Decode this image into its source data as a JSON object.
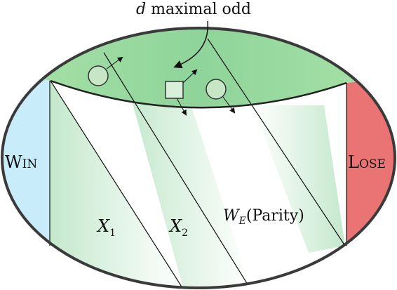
{
  "annotation": {
    "var": "d",
    "text": " maximal odd"
  },
  "regions": {
    "win": {
      "first": "W",
      "rest": "IN",
      "color": "#c9ecfa"
    },
    "lose": {
      "first": "L",
      "rest": "OSE",
      "color": "#ea7474"
    },
    "top": {
      "color": "#a8e2a8"
    }
  },
  "sets": {
    "x1": {
      "base": "X",
      "sub": "1"
    },
    "x2": {
      "base": "X",
      "sub": "2"
    },
    "we": {
      "base": "W",
      "sub": "E",
      "arg": "(Parity)"
    }
  },
  "colors": {
    "outline": "#3a3a3a",
    "band_green": "#cfeed7",
    "shape_fill": "#d8f0d8"
  }
}
